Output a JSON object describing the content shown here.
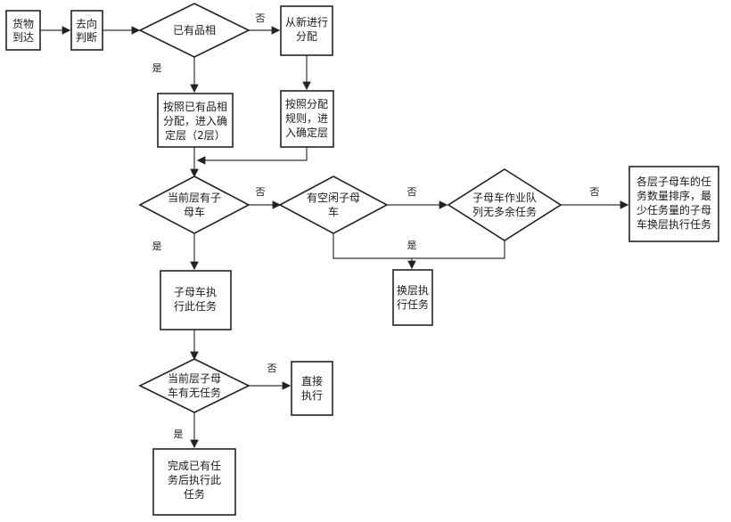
{
  "nodes": {
    "cargo_arrive": [
      "货物",
      "到达"
    ],
    "direction_judge": [
      "去向",
      "判断"
    ],
    "has_category": [
      "已有品相"
    ],
    "reallocate": [
      "从新进行",
      "分配"
    ],
    "assign_existing": [
      "按照已有品相",
      "分配，进入确",
      "定层（2层）"
    ],
    "assign_rules": [
      "按照分配",
      "规则，进",
      "入确定层"
    ],
    "current_layer_car": [
      "当前层有子",
      "母车"
    ],
    "idle_car": [
      "有空闲子母",
      "车"
    ],
    "queue_check": [
      "子母车作业队",
      "列无多余任务"
    ],
    "sort_tasks": [
      "各层子母车的任",
      "务数量排序，最",
      "少任务量的子母",
      "车换层执行任务"
    ],
    "car_exec": [
      "子母车执",
      "行此任务"
    ],
    "switch_layer": [
      "换层执",
      "行任务"
    ],
    "current_car_no_task": [
      "当前层子母",
      "车有无任务"
    ],
    "direct_exec": [
      "直接",
      "执行"
    ],
    "finish_then": [
      "完成已有任",
      "务后执行此",
      "任务"
    ]
  },
  "labels": {
    "yes": "是",
    "no": "否"
  }
}
